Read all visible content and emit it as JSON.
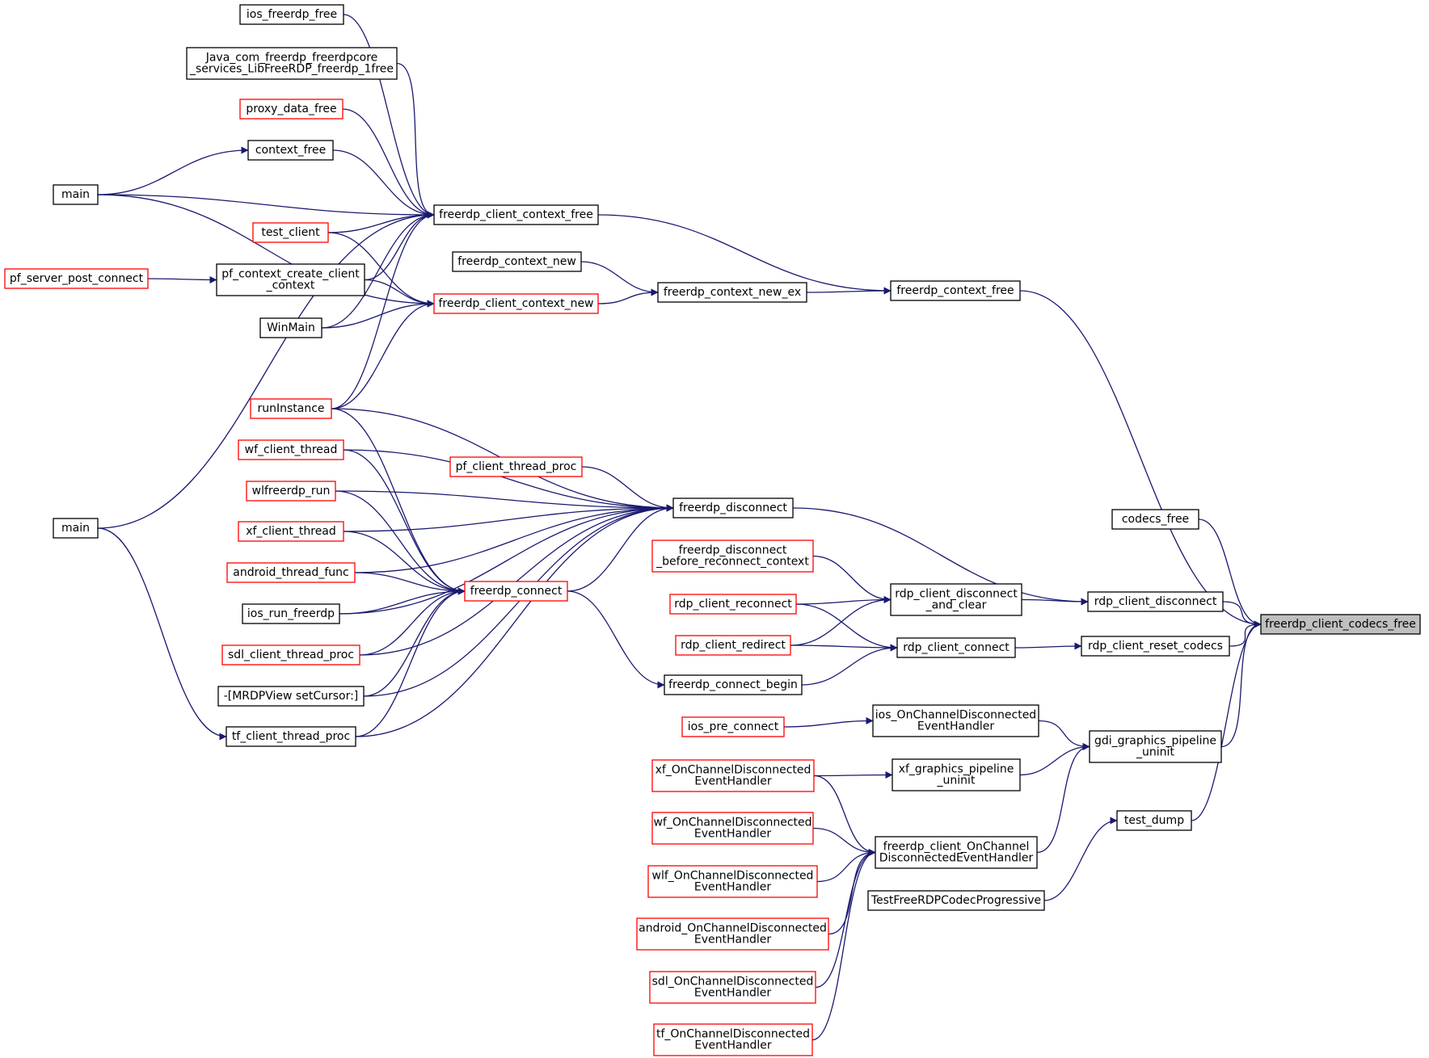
{
  "graph": {
    "title": "",
    "colors": {
      "edge": "#191970",
      "node_border": "#000000",
      "node_border_incomplete": "#ff0000",
      "focus_fill": "#bfbfbf",
      "node_fill": "#ffffff",
      "text": "#000000"
    },
    "nodes": [
      {
        "id": "n_codecs_free_main",
        "lines": [
          "freerdp_client_codecs_free"
        ],
        "border": "focus"
      },
      {
        "id": "n_codecs_free",
        "lines": [
          "codecs_free"
        ],
        "border": "black"
      },
      {
        "id": "n_rdp_client_disconnect",
        "lines": [
          "rdp_client_disconnect"
        ],
        "border": "black"
      },
      {
        "id": "n_rdp_client_reset_codecs",
        "lines": [
          "rdp_client_reset_codecs"
        ],
        "border": "black"
      },
      {
        "id": "n_gdi_graphics_pipeline_uninit",
        "lines": [
          "gdi_graphics_pipeline",
          "_uninit"
        ],
        "border": "black"
      },
      {
        "id": "n_test_dump",
        "lines": [
          "test_dump"
        ],
        "border": "black"
      },
      {
        "id": "n_freerdp_context_free",
        "lines": [
          "freerdp_context_free"
        ],
        "border": "black"
      },
      {
        "id": "n_rdp_client_disconnect_and_clear",
        "lines": [
          "rdp_client_disconnect",
          "_and_clear"
        ],
        "border": "black"
      },
      {
        "id": "n_rdp_client_connect",
        "lines": [
          "rdp_client_connect"
        ],
        "border": "black"
      },
      {
        "id": "n_ios_onchanneldisconnected",
        "lines": [
          "ios_OnChannelDisconnected",
          "EventHandler"
        ],
        "border": "black"
      },
      {
        "id": "n_xf_graphics_pipeline_uninit",
        "lines": [
          "xf_graphics_pipeline",
          "_uninit"
        ],
        "border": "black"
      },
      {
        "id": "n_freerdp_client_onchannel",
        "lines": [
          "freerdp_client_OnChannel",
          "DisconnectedEventHandler"
        ],
        "border": "black"
      },
      {
        "id": "n_testfreerdpcodecprogressive",
        "lines": [
          "TestFreeRDPCodecProgressive"
        ],
        "border": "black"
      },
      {
        "id": "n_freerdp_client_context_free",
        "lines": [
          "freerdp_client_context_free"
        ],
        "border": "black"
      },
      {
        "id": "n_freerdp_context_new_ex",
        "lines": [
          "freerdp_context_new_ex"
        ],
        "border": "black"
      },
      {
        "id": "n_freerdp_disconnect",
        "lines": [
          "freerdp_disconnect"
        ],
        "border": "black"
      },
      {
        "id": "n_freerdp_disconnect_before_reconnect",
        "lines": [
          "freerdp_disconnect",
          "_before_reconnect_context"
        ],
        "border": "red"
      },
      {
        "id": "n_rdp_client_reconnect",
        "lines": [
          "rdp_client_reconnect"
        ],
        "border": "red"
      },
      {
        "id": "n_rdp_client_redirect",
        "lines": [
          "rdp_client_redirect"
        ],
        "border": "red"
      },
      {
        "id": "n_freerdp_connect_begin",
        "lines": [
          "freerdp_connect_begin"
        ],
        "border": "black"
      },
      {
        "id": "n_ios_pre_connect",
        "lines": [
          "ios_pre_connect"
        ],
        "border": "red"
      },
      {
        "id": "n_xf_onchanneldisconnected",
        "lines": [
          "xf_OnChannelDisconnected",
          "EventHandler"
        ],
        "border": "red"
      },
      {
        "id": "n_wf_onchanneldisconnected",
        "lines": [
          "wf_OnChannelDisconnected",
          "EventHandler"
        ],
        "border": "red"
      },
      {
        "id": "n_wlf_onchanneldisconnected",
        "lines": [
          "wlf_OnChannelDisconnected",
          "EventHandler"
        ],
        "border": "red"
      },
      {
        "id": "n_android_onchanneldisconnected",
        "lines": [
          "android_OnChannelDisconnected",
          "EventHandler"
        ],
        "border": "red"
      },
      {
        "id": "n_sdl_onchanneldisconnected",
        "lines": [
          "sdl_OnChannelDisconnected",
          "EventHandler"
        ],
        "border": "red"
      },
      {
        "id": "n_tf_onchanneldisconnected",
        "lines": [
          "tf_OnChannelDisconnected",
          "EventHandler"
        ],
        "border": "red"
      },
      {
        "id": "n_freerdp_context_new",
        "lines": [
          "freerdp_context_new"
        ],
        "border": "black"
      },
      {
        "id": "n_freerdp_client_context_new",
        "lines": [
          "freerdp_client_context_new"
        ],
        "border": "red"
      },
      {
        "id": "n_pf_client_thread_proc",
        "lines": [
          "pf_client_thread_proc"
        ],
        "border": "red"
      },
      {
        "id": "n_freerdp_connect",
        "lines": [
          "freerdp_connect"
        ],
        "border": "red"
      },
      {
        "id": "n_ios_freerdp_free",
        "lines": [
          "ios_freerdp_free"
        ],
        "border": "black"
      },
      {
        "id": "n_java_freerdp_free",
        "lines": [
          "Java_com_freerdp_freerdpcore",
          "_services_LibFreeRDP_freerdp_1free"
        ],
        "border": "black"
      },
      {
        "id": "n_proxy_data_free",
        "lines": [
          "proxy_data_free"
        ],
        "border": "red"
      },
      {
        "id": "n_context_free",
        "lines": [
          "context_free"
        ],
        "border": "black"
      },
      {
        "id": "n_test_client",
        "lines": [
          "test_client"
        ],
        "border": "red"
      },
      {
        "id": "n_pf_context_create_client_context",
        "lines": [
          "pf_context_create_client",
          "_context"
        ],
        "border": "black"
      },
      {
        "id": "n_winmain",
        "lines": [
          "WinMain"
        ],
        "border": "black"
      },
      {
        "id": "n_runinstance",
        "lines": [
          "runInstance"
        ],
        "border": "red"
      },
      {
        "id": "n_wf_client_thread",
        "lines": [
          "wf_client_thread"
        ],
        "border": "red"
      },
      {
        "id": "n_wlfreerdp_run",
        "lines": [
          "wlfreerdp_run"
        ],
        "border": "red"
      },
      {
        "id": "n_xf_client_thread",
        "lines": [
          "xf_client_thread"
        ],
        "border": "red"
      },
      {
        "id": "n_android_thread_func",
        "lines": [
          "android_thread_func"
        ],
        "border": "red"
      },
      {
        "id": "n_ios_run_freerdp",
        "lines": [
          "ios_run_freerdp"
        ],
        "border": "black"
      },
      {
        "id": "n_sdl_client_thread_proc",
        "lines": [
          "sdl_client_thread_proc"
        ],
        "border": "red"
      },
      {
        "id": "n_mrdpview_setcursor",
        "lines": [
          "-[MRDPView setCursor:]"
        ],
        "border": "black"
      },
      {
        "id": "n_tf_client_thread_proc",
        "lines": [
          "tf_client_thread_proc"
        ],
        "border": "black"
      },
      {
        "id": "n_main_a",
        "lines": [
          "main"
        ],
        "border": "black"
      },
      {
        "id": "n_main_b",
        "lines": [
          "main"
        ],
        "border": "black"
      },
      {
        "id": "n_pf_server_post_connect",
        "lines": [
          "pf_server_post_connect"
        ],
        "border": "red"
      }
    ],
    "edges": [
      {
        "from": "n_codecs_free",
        "to": "n_codecs_free_main"
      },
      {
        "from": "n_rdp_client_disconnect",
        "to": "n_codecs_free_main"
      },
      {
        "from": "n_rdp_client_reset_codecs",
        "to": "n_codecs_free_main"
      },
      {
        "from": "n_gdi_graphics_pipeline_uninit",
        "to": "n_codecs_free_main"
      },
      {
        "from": "n_test_dump",
        "to": "n_codecs_free_main"
      },
      {
        "from": "n_freerdp_context_free",
        "to": "n_codecs_free_main"
      },
      {
        "from": "n_rdp_client_disconnect_and_clear",
        "to": "n_rdp_client_disconnect"
      },
      {
        "from": "n_freerdp_disconnect",
        "to": "n_rdp_client_disconnect"
      },
      {
        "from": "n_rdp_client_connect",
        "to": "n_rdp_client_reset_codecs"
      },
      {
        "from": "n_ios_onchanneldisconnected",
        "to": "n_gdi_graphics_pipeline_uninit"
      },
      {
        "from": "n_xf_graphics_pipeline_uninit",
        "to": "n_gdi_graphics_pipeline_uninit"
      },
      {
        "from": "n_freerdp_client_onchannel",
        "to": "n_gdi_graphics_pipeline_uninit"
      },
      {
        "from": "n_testfreerdpcodecprogressive",
        "to": "n_test_dump"
      },
      {
        "from": "n_freerdp_client_context_free",
        "to": "n_freerdp_context_free"
      },
      {
        "from": "n_freerdp_context_new_ex",
        "to": "n_freerdp_context_free"
      },
      {
        "from": "n_freerdp_disconnect_before_reconnect",
        "to": "n_rdp_client_disconnect_and_clear"
      },
      {
        "from": "n_rdp_client_reconnect",
        "to": "n_rdp_client_disconnect_and_clear"
      },
      {
        "from": "n_rdp_client_redirect",
        "to": "n_rdp_client_disconnect_and_clear"
      },
      {
        "from": "n_rdp_client_reconnect",
        "to": "n_rdp_client_connect"
      },
      {
        "from": "n_rdp_client_redirect",
        "to": "n_rdp_client_connect"
      },
      {
        "from": "n_freerdp_connect_begin",
        "to": "n_rdp_client_connect"
      },
      {
        "from": "n_ios_pre_connect",
        "to": "n_ios_onchanneldisconnected"
      },
      {
        "from": "n_xf_onchanneldisconnected",
        "to": "n_xf_graphics_pipeline_uninit"
      },
      {
        "from": "n_xf_onchanneldisconnected",
        "to": "n_freerdp_client_onchannel"
      },
      {
        "from": "n_wf_onchanneldisconnected",
        "to": "n_freerdp_client_onchannel"
      },
      {
        "from": "n_wlf_onchanneldisconnected",
        "to": "n_freerdp_client_onchannel"
      },
      {
        "from": "n_android_onchanneldisconnected",
        "to": "n_freerdp_client_onchannel"
      },
      {
        "from": "n_sdl_onchanneldisconnected",
        "to": "n_freerdp_client_onchannel"
      },
      {
        "from": "n_tf_onchanneldisconnected",
        "to": "n_freerdp_client_onchannel"
      },
      {
        "from": "n_freerdp_context_new",
        "to": "n_freerdp_context_new_ex"
      },
      {
        "from": "n_freerdp_client_context_new",
        "to": "n_freerdp_context_new_ex"
      },
      {
        "from": "n_pf_client_thread_proc",
        "to": "n_freerdp_disconnect"
      },
      {
        "from": "n_runinstance",
        "to": "n_freerdp_disconnect"
      },
      {
        "from": "n_wf_client_thread",
        "to": "n_freerdp_disconnect"
      },
      {
        "from": "n_wlfreerdp_run",
        "to": "n_freerdp_disconnect"
      },
      {
        "from": "n_xf_client_thread",
        "to": "n_freerdp_disconnect"
      },
      {
        "from": "n_android_thread_func",
        "to": "n_freerdp_disconnect"
      },
      {
        "from": "n_freerdp_connect",
        "to": "n_freerdp_disconnect"
      },
      {
        "from": "n_ios_run_freerdp",
        "to": "n_freerdp_disconnect"
      },
      {
        "from": "n_sdl_client_thread_proc",
        "to": "n_freerdp_disconnect"
      },
      {
        "from": "n_mrdpview_setcursor",
        "to": "n_freerdp_disconnect"
      },
      {
        "from": "n_tf_client_thread_proc",
        "to": "n_freerdp_disconnect"
      },
      {
        "from": "n_freerdp_connect",
        "to": "n_freerdp_connect_begin"
      },
      {
        "from": "n_ios_freerdp_free",
        "to": "n_freerdp_client_context_free"
      },
      {
        "from": "n_java_freerdp_free",
        "to": "n_freerdp_client_context_free"
      },
      {
        "from": "n_proxy_data_free",
        "to": "n_freerdp_client_context_free"
      },
      {
        "from": "n_context_free",
        "to": "n_freerdp_client_context_free"
      },
      {
        "from": "n_main_a",
        "to": "n_freerdp_client_context_free"
      },
      {
        "from": "n_test_client",
        "to": "n_freerdp_client_context_free"
      },
      {
        "from": "n_pf_context_create_client_context",
        "to": "n_freerdp_client_context_free"
      },
      {
        "from": "n_winmain",
        "to": "n_freerdp_client_context_free"
      },
      {
        "from": "n_runinstance",
        "to": "n_freerdp_client_context_free"
      },
      {
        "from": "n_main_b",
        "to": "n_freerdp_client_context_free"
      },
      {
        "from": "n_test_client",
        "to": "n_freerdp_client_context_new"
      },
      {
        "from": "n_pf_context_create_client_context",
        "to": "n_freerdp_client_context_new"
      },
      {
        "from": "n_winmain",
        "to": "n_freerdp_client_context_new"
      },
      {
        "from": "n_runinstance",
        "to": "n_freerdp_client_context_new"
      },
      {
        "from": "n_main_a",
        "to": "n_freerdp_client_context_new"
      },
      {
        "from": "n_runinstance",
        "to": "n_freerdp_connect"
      },
      {
        "from": "n_wf_client_thread",
        "to": "n_freerdp_connect"
      },
      {
        "from": "n_wlfreerdp_run",
        "to": "n_freerdp_connect"
      },
      {
        "from": "n_xf_client_thread",
        "to": "n_freerdp_connect"
      },
      {
        "from": "n_android_thread_func",
        "to": "n_freerdp_connect"
      },
      {
        "from": "n_ios_run_freerdp",
        "to": "n_freerdp_connect"
      },
      {
        "from": "n_sdl_client_thread_proc",
        "to": "n_freerdp_connect"
      },
      {
        "from": "n_mrdpview_setcursor",
        "to": "n_freerdp_connect"
      },
      {
        "from": "n_tf_client_thread_proc",
        "to": "n_freerdp_connect"
      },
      {
        "from": "n_main_a",
        "to": "n_context_free"
      },
      {
        "from": "n_pf_server_post_connect",
        "to": "n_pf_context_create_client_context"
      },
      {
        "from": "n_main_b",
        "to": "n_tf_client_thread_proc"
      }
    ]
  }
}
